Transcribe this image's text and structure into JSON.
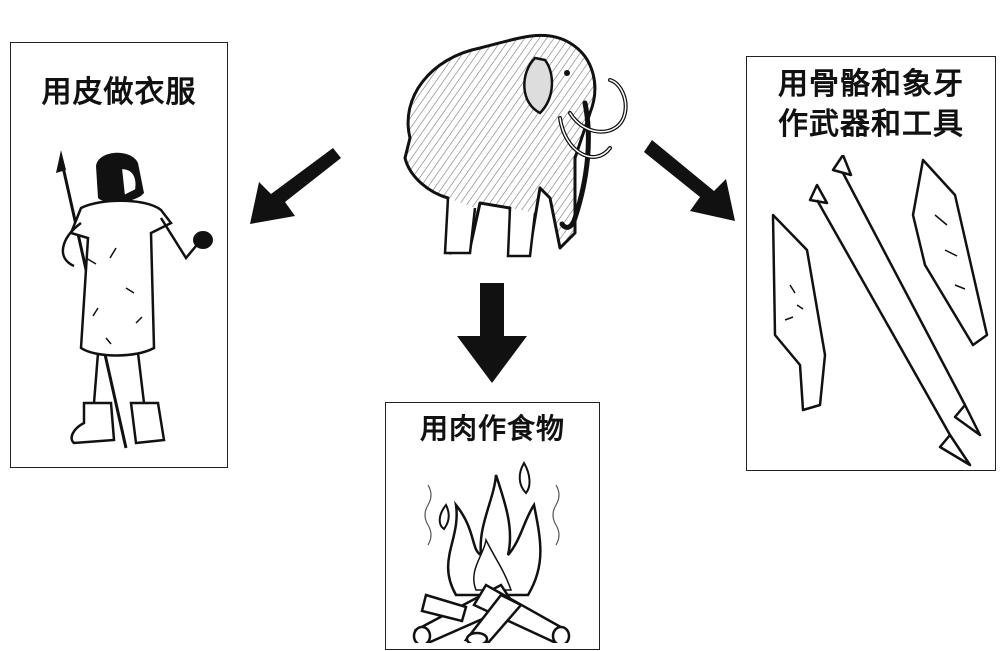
{
  "diagram": {
    "center": {
      "icon": "mammoth-icon"
    },
    "panels": {
      "clothing": {
        "caption": "用皮做衣服",
        "icon": "caveman-icon"
      },
      "food": {
        "caption": "用肉作食物",
        "icon": "campfire-icon"
      },
      "tools": {
        "caption_line1": "用骨骼和象牙",
        "caption_line2": "作武器和工具",
        "icon": "bone-tools-icon"
      }
    },
    "arrows": [
      "arrow-to-clothing",
      "arrow-to-food",
      "arrow-to-tools"
    ],
    "colors": {
      "ink": "#111111",
      "background": "#ffffff"
    }
  }
}
